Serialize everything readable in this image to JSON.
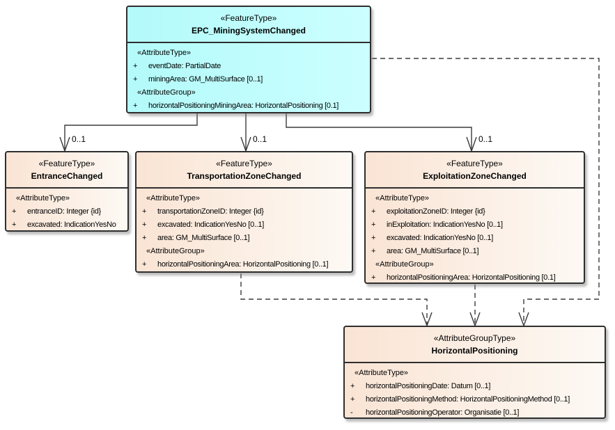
{
  "colors": {
    "class_fill_left": "#b3fafa",
    "class_fill_right": "#ccffff",
    "feature_fill_left": "#fae4d4",
    "feature_fill_right": "#fdf9f4",
    "border": "#2e2e2e",
    "line": "#3a3a3a"
  },
  "classes": [
    {
      "stereotype": "«FeatureType»",
      "name": "EPC_MiningSystemChanged",
      "rows": [
        {
          "kind": "heading",
          "text": "«AttributeType»"
        },
        {
          "kind": "attr",
          "vis": "+",
          "text": "eventDate: PartialDate"
        },
        {
          "kind": "attr",
          "vis": "+",
          "text": "miningArea: GM_MultiSurface [0..1]"
        },
        {
          "kind": "heading",
          "text": "«AttributeGroup»"
        },
        {
          "kind": "attr",
          "vis": "+",
          "text": "horizontalPositioningMiningArea: HorizontalPositioning [0.1]"
        }
      ]
    },
    {
      "stereotype": "«FeatureType»",
      "name": "EntranceChanged",
      "rows": [
        {
          "kind": "heading",
          "text": "«AttributeType»"
        },
        {
          "kind": "attr",
          "vis": "+",
          "text": "entranceID: Integer {id}"
        },
        {
          "kind": "attr",
          "vis": "+",
          "text": "excavated: IndicationYesNo"
        }
      ]
    },
    {
      "stereotype": "«FeatureType»",
      "name": "TransportationZoneChanged",
      "rows": [
        {
          "kind": "heading",
          "text": "«AttributeType»"
        },
        {
          "kind": "attr",
          "vis": "+",
          "text": "transportationZoneID: Integer {id}"
        },
        {
          "kind": "attr",
          "vis": "+",
          "text": "excavated: IndicationYesNo [0..1]"
        },
        {
          "kind": "attr",
          "vis": "+",
          "text": "area: GM_MultiSurface [0..1]"
        },
        {
          "kind": "heading",
          "text": "«AttributeGroup»"
        },
        {
          "kind": "attr",
          "vis": "+",
          "text": "horizontalPositioningArea: HorizontalPositioning [0..1]"
        }
      ]
    },
    {
      "stereotype": "«FeatureType»",
      "name": "ExploitationZoneChanged",
      "rows": [
        {
          "kind": "heading",
          "text": "«AttributeType»"
        },
        {
          "kind": "attr",
          "vis": "+",
          "text": "exploitationZoneID: Integer {id}"
        },
        {
          "kind": "attr",
          "vis": "+",
          "text": "inExploitation: IndicationYesNo [0..1]"
        },
        {
          "kind": "attr",
          "vis": "+",
          "text": "excavated: IndicationYesNo [0..1]"
        },
        {
          "kind": "attr",
          "vis": "+",
          "text": "area: GM_MultiSurface [0..1]"
        },
        {
          "kind": "heading",
          "text": "«AttributeGroup»"
        },
        {
          "kind": "attr",
          "vis": "+",
          "text": "horizontalPositioningArea: HorizontalPositioning [0.1]"
        }
      ]
    },
    {
      "stereotype": "«AttributeGroupType»",
      "name": "HorizontalPositioning",
      "rows": [
        {
          "kind": "heading",
          "text": "«AttributeType»"
        },
        {
          "kind": "attr",
          "vis": "+",
          "text": "horizontalPositioningDate: Datum [0..1]"
        },
        {
          "kind": "attr",
          "vis": "+",
          "text": "horizontalPositioningMethod: HorizontalPositioningMethod [0..1]"
        },
        {
          "kind": "attr",
          "vis": "-",
          "text": "horizontalPositioningOperator: Organisatie [0..1]"
        }
      ]
    }
  ],
  "connectors": [
    {
      "type": "association",
      "from": "EPC_MiningSystemChanged",
      "to": "EntranceChanged",
      "multiplicity": "0..1",
      "line": "solid"
    },
    {
      "type": "association",
      "from": "EPC_MiningSystemChanged",
      "to": "TransportationZoneChanged",
      "multiplicity": "0..1",
      "line": "solid"
    },
    {
      "type": "association",
      "from": "EPC_MiningSystemChanged",
      "to": "ExploitationZoneChanged",
      "multiplicity": "0..1",
      "line": "solid"
    },
    {
      "type": "dependency",
      "from": "EPC_MiningSystemChanged",
      "to": "HorizontalPositioning",
      "line": "dashed"
    },
    {
      "type": "dependency",
      "from": "TransportationZoneChanged",
      "to": "HorizontalPositioning",
      "line": "dashed"
    },
    {
      "type": "dependency",
      "from": "ExploitationZoneChanged",
      "to": "HorizontalPositioning",
      "line": "dashed"
    }
  ]
}
